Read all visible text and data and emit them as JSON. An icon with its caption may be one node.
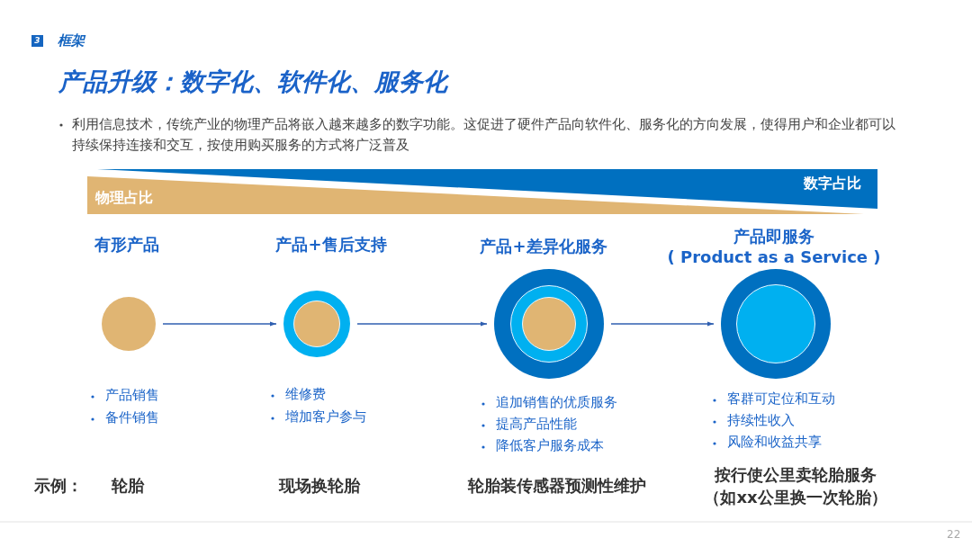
{
  "diagram": {
    "title": "产品升级：数字化、软件化、服务化",
    "nodes": [
      {
        "text": [],
        "shape": "circle",
        "beside": [
          "有形产品"
        ]
      },
      {
        "text": [],
        "shape": "circle",
        "beside": [
          "产品+售后支持"
        ]
      },
      {
        "text": [],
        "shape": "circle",
        "beside": [
          "产品+差异化服务"
        ]
      },
      {
        "text": [],
        "shape": "circle",
        "beside": [
          "产品即服务",
          "( Product as a Service )"
        ]
      }
    ],
    "edges": [
      {
        "from": 0,
        "to": 1,
        "arrow": "to"
      },
      {
        "from": 1,
        "to": 2,
        "arrow": "to"
      },
      {
        "from": 2,
        "to": 3,
        "arrow": "to"
      }
    ],
    "labels": [
      "3",
      "框架",
      "利用信息技术，传统产业的物理产品将嵌入越来越多的数字功能。这促进了硬件产品向软件化、服务化的方向发展，使得用户和企业都可以持续保持连接和交互，按使用购买服务的方式将广泛普及",
      "物理占比",
      "数字占比",
      "产品销售",
      "备件销售",
      "维修费",
      "增加客户参与",
      "追加销售的优质服务",
      "提高产品性能",
      "降低客户服务成本",
      "客群可定位和互动",
      "持续性收入",
      "风险和收益共享",
      "示例：",
      "轮胎",
      "现场换轮胎",
      "轮胎装传感器预测性维护",
      "按行使公里卖轮胎服务",
      "（如xx公里换一次轮胎）",
      "22"
    ]
  }
}
